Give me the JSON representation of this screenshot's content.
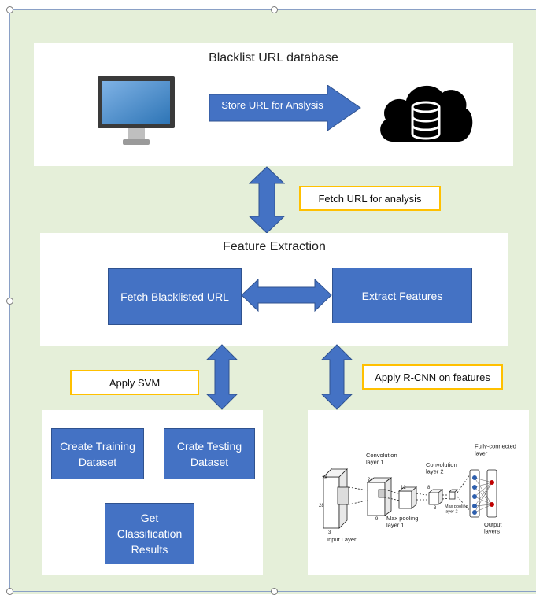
{
  "db_panel": {
    "title": "Blacklist URL database",
    "arrow_label": "Store URL for Anslysis"
  },
  "fetch_callout": "Fetch URL for analysis",
  "feature_panel": {
    "title": "Feature Extraction",
    "left_box": "Fetch Blacklisted URL",
    "right_box": "Extract Features"
  },
  "svm_callout": "Apply SVM",
  "rcnn_callout": "Apply R-CNN on features",
  "svm_panel": {
    "training": "Create Training Dataset",
    "testing": "Crate Testing Dataset",
    "results": "Get Classification Results"
  },
  "cnn_diagram": {
    "input_layer": "Input Layer",
    "conv1": "Convolution layer 1",
    "pool1": "Max pooling layer 1",
    "conv2": "Convolution layer 2",
    "pool2": "Max pooling layer 2",
    "fc": "Fully-connected layer",
    "output": "Output layers"
  },
  "colors": {
    "arrow": "#4472c4",
    "box": "#4472c4",
    "callout_border": "#ffc000",
    "background": "#e5efd9"
  }
}
